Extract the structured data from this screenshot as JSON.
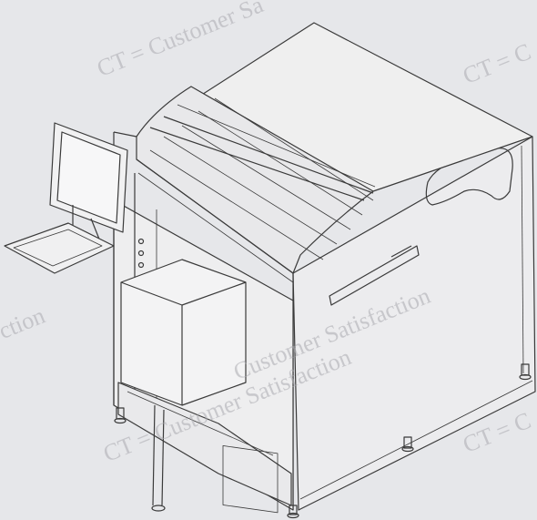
{
  "watermark": {
    "text_top": "CT = Customer Sa",
    "text_right_top": "CT = C",
    "text_left": "ction",
    "text_center": "Customer Satisfaction",
    "text_bottom": "CT = Customer Satisfaction",
    "text_right_bottom": "CT = C"
  },
  "colors": {
    "background": "#e6e7ea",
    "line": "#3a3a3a",
    "panel": "#eeeeee",
    "watermark": "#aaaaaf"
  }
}
